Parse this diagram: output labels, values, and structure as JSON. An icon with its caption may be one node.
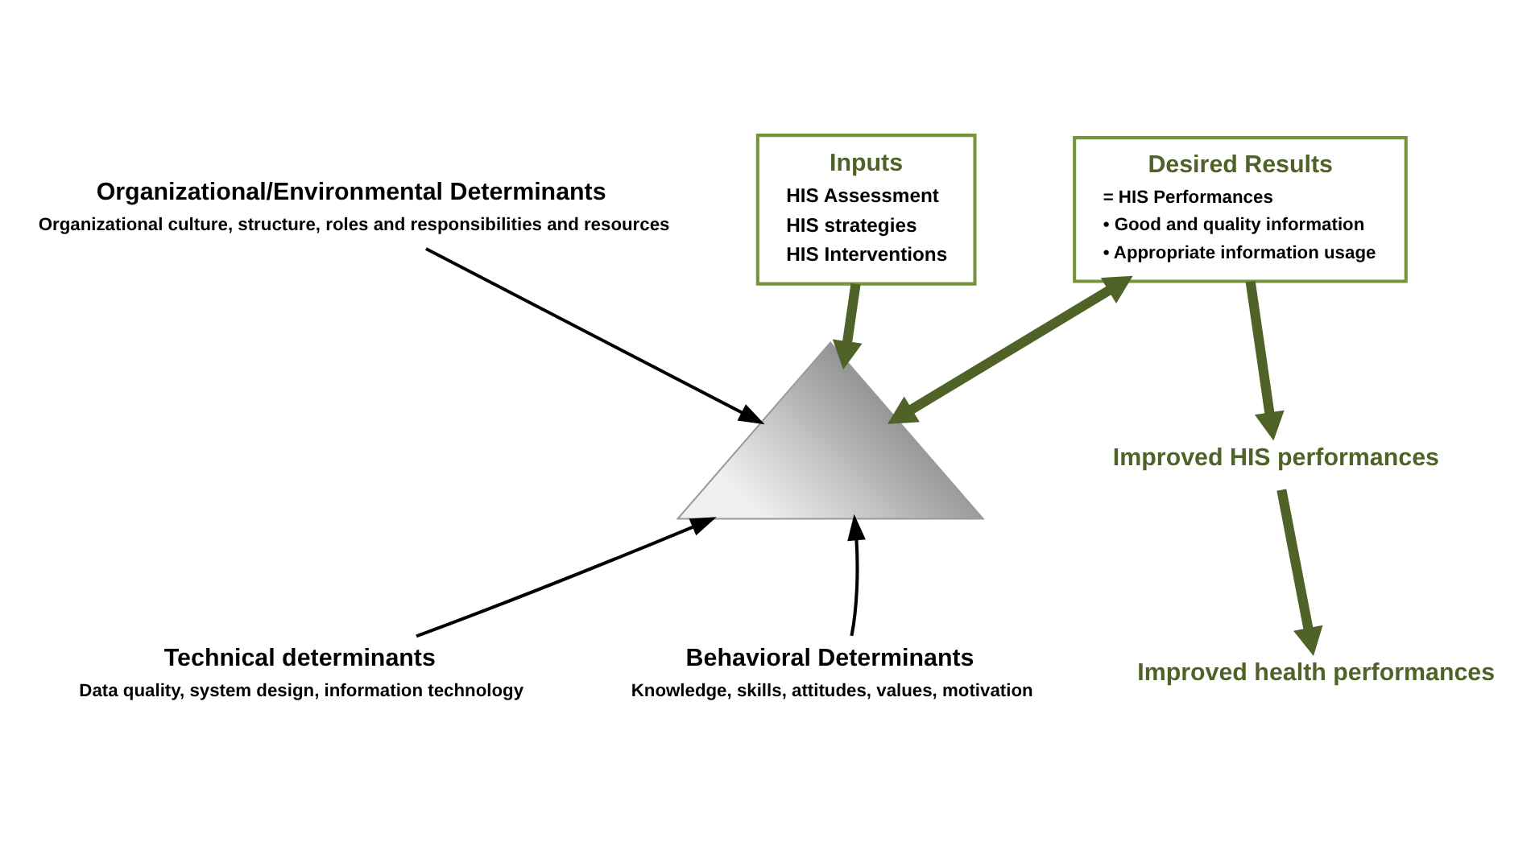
{
  "diagram": {
    "nodes": [
      {
        "text": [
          "Organizational/Environmental Determinants",
          "Organizational culture, structure, roles and responsibilities and resources"
        ]
      },
      {
        "text": [
          "Inputs",
          "HIS Assessment",
          "HIS strategies",
          "HIS Interventions"
        ]
      },
      {
        "text": [
          "Desired Results",
          "= HIS Performances",
          "• Good and quality information",
          "• Appropriate information usage"
        ]
      },
      {
        "text": [],
        "shape": "triangle"
      },
      {
        "text": [
          "Improved HIS performances"
        ]
      },
      {
        "text": [
          "Improved health performances"
        ]
      },
      {
        "text": [
          "Technical determinants",
          "Data quality, system design, information technology"
        ]
      },
      {
        "text": [
          "Behavioral Determinants",
          "Knowledge, skills, attitudes, values, motivation"
        ]
      }
    ],
    "edges": [
      {
        "from": 0,
        "to": 3,
        "arrow": "to",
        "color": "#000000"
      },
      {
        "from": 1,
        "to": 3,
        "arrow": "to"
      },
      {
        "from": 3,
        "to": 2,
        "arrow": "both"
      },
      {
        "from": 2,
        "to": 4,
        "arrow": "to"
      },
      {
        "from": 4,
        "to": 5,
        "arrow": "to"
      },
      {
        "from": 6,
        "to": 3,
        "arrow": "to",
        "color": "#000000"
      },
      {
        "from": 7,
        "to": 3,
        "arrow": "to",
        "color": "#000000"
      }
    ]
  }
}
